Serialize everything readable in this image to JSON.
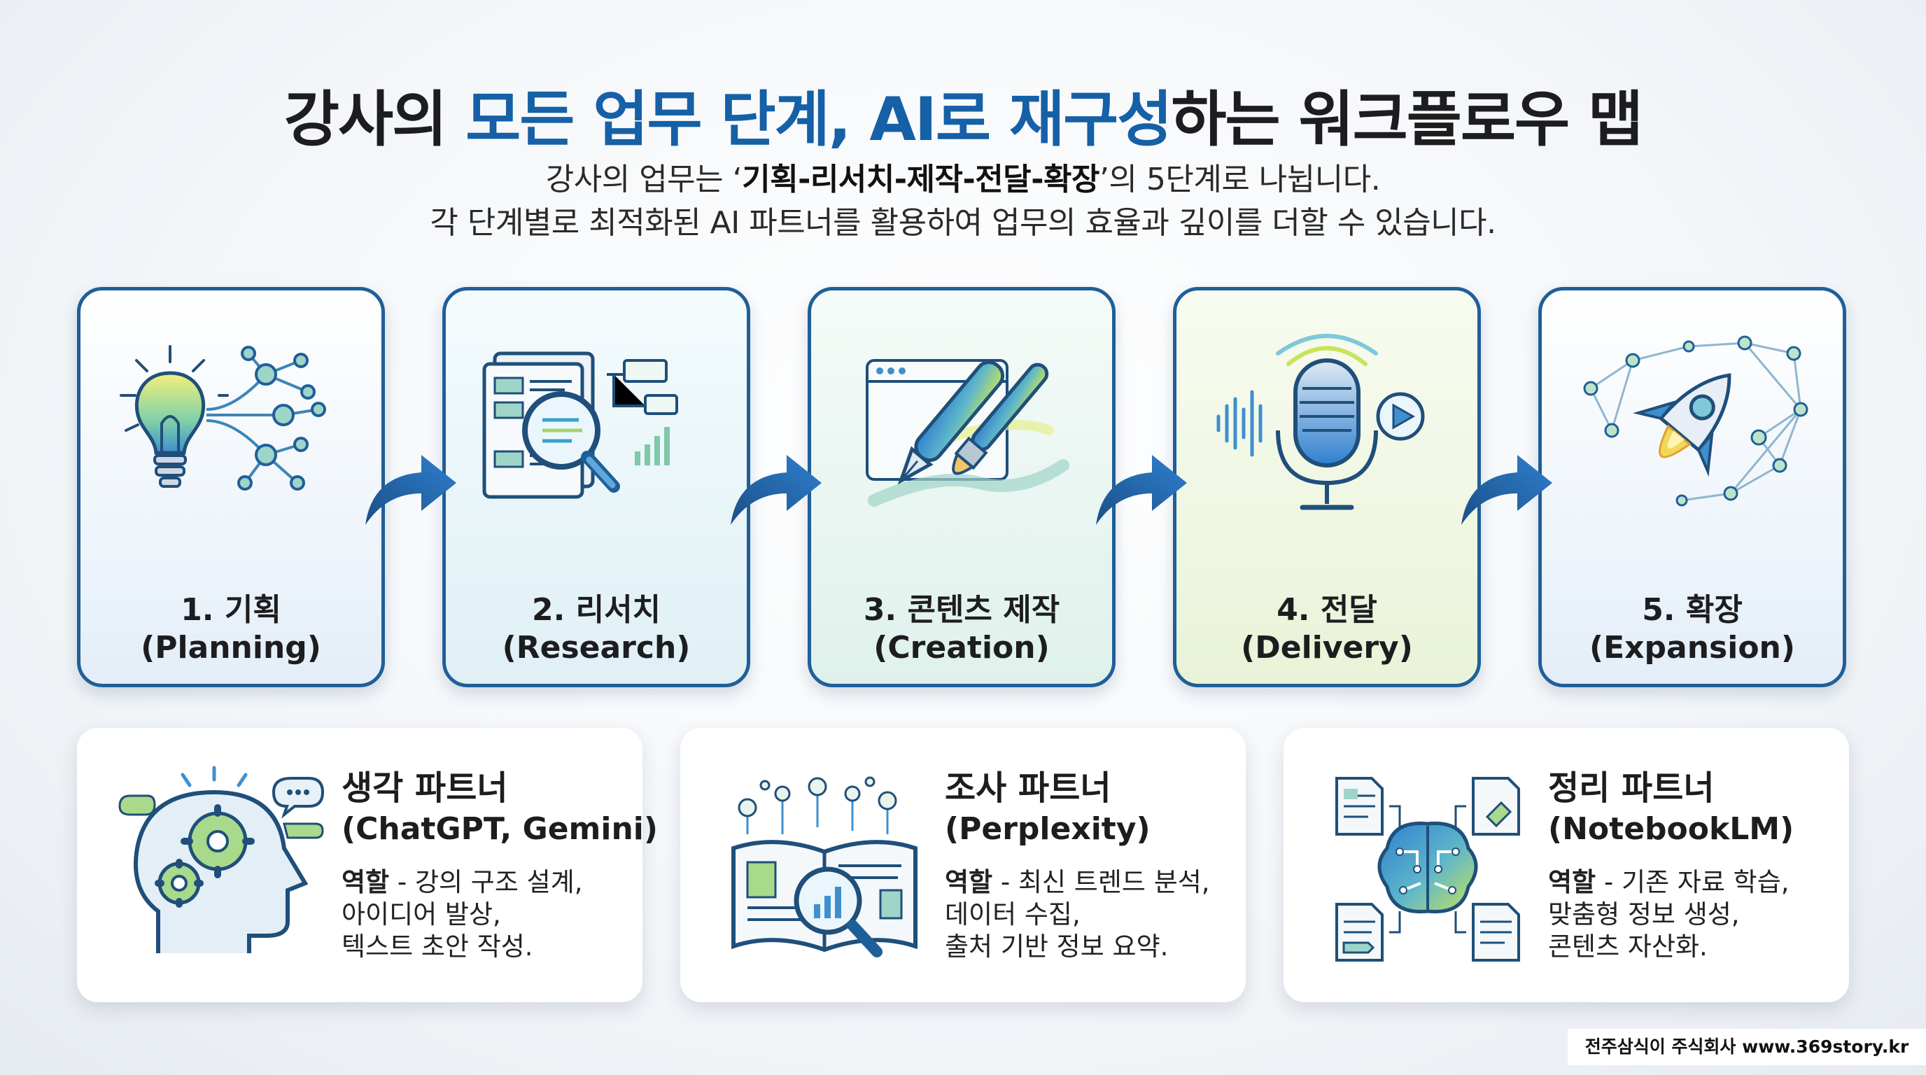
{
  "header": {
    "title_part1": "강사의 ",
    "title_highlight": "모든 업무 단계, AI로 재구성",
    "title_part2": "하는 워크플로우 맵",
    "subtitle_line1_pre": "강사의 업무는 ‘",
    "subtitle_line1_bold": "기획-리서치-제작-전달-확장",
    "subtitle_line1_post": "’의 5단계로 나뉩니다.",
    "subtitle_line2": "각 단계별로 최적화된 AI 파트너를 활용하여 업무의 효율과 깊이를 더할 수 있습니다."
  },
  "steps": [
    {
      "number_title": "1. 기획",
      "english": "(Planning)",
      "icon": "lightbulb-network-icon"
    },
    {
      "number_title": "2. 리서치",
      "english": "(Research)",
      "icon": "document-magnifier-icon"
    },
    {
      "number_title": "3. 콘텐츠 제작",
      "english": "(Creation)",
      "icon": "pen-brush-icon"
    },
    {
      "number_title": "4. 전달",
      "english": "(Delivery)",
      "icon": "microphone-play-icon"
    },
    {
      "number_title": "5. 확장",
      "english": "(Expansion)",
      "icon": "rocket-network-icon"
    }
  ],
  "partners": [
    {
      "title": "생각 파트너",
      "tools": "(ChatGPT, Gemini)",
      "role_label": "역할",
      "role_line1": " - 강의 구조 설계,",
      "role_line2": "아이디어 발상,",
      "role_line3": "텍스트 초안 작성.",
      "icon": "head-gears-icon"
    },
    {
      "title": "조사 파트너",
      "tools": "(Perplexity)",
      "role_label": "역할",
      "role_line1": " - 최신 트렌드 분석,",
      "role_line2": "데이터 수집,",
      "role_line3": "출처 기반 정보 요약.",
      "icon": "book-magnifier-icon"
    },
    {
      "title": "정리 파트너",
      "tools": "(NotebookLM)",
      "role_label": "역할",
      "role_line1": " - 기존 자료 학습,",
      "role_line2": "맞춤형 정보 생성,",
      "role_line3": "콘텐츠 자산화.",
      "icon": "brain-documents-icon"
    }
  ],
  "footer": {
    "text": "전주삼식이 주식회사 www.369story.kr"
  },
  "colors": {
    "accent_blue": "#1560a6",
    "card_border": "#1f5f99"
  }
}
